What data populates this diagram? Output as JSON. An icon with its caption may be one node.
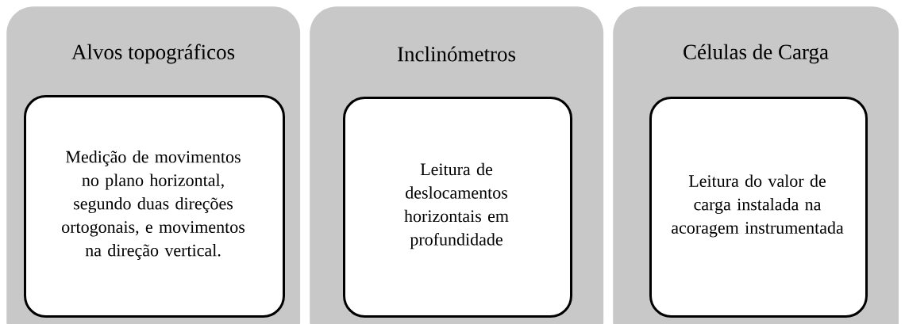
{
  "diagram": {
    "nodes": [
      {
        "text": [
          "Alvos topográficos"
        ]
      },
      {
        "text": [
          "Medição de movimentos no plano horizontal, segundo duas direções ortogonais, e movimentos na direção vertical."
        ],
        "in": 0
      },
      {
        "text": [
          "Inclinómetros"
        ]
      },
      {
        "text": [
          "Leitura de deslocamentos horizontais em profundidade"
        ],
        "in": 2
      },
      {
        "text": [
          "Células de Carga"
        ]
      },
      {
        "text": [
          "Leitura do valor de carga instalada na acoragem instrumentada"
        ],
        "in": 4
      }
    ]
  }
}
